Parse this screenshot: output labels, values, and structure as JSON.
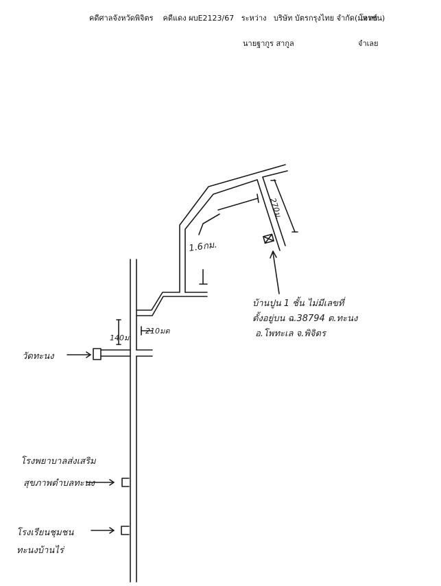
{
  "header": {
    "court": "คดีศาลจังหวัดพิจิตร",
    "case_no": "คดีแดง ผบE2123/67",
    "between": "ระหว่าง",
    "plaintiff": "บริษัท บัตรกรุงไทย จำกัด(มหาชน)",
    "plaintiff_role": "โจทก์",
    "defendant": "นายฐากูร สากูล",
    "defendant_role": "จำเลย"
  },
  "map": {
    "distance_top": "270ม.",
    "distance_mid": "1.6กม.",
    "distance_side": "210มต",
    "distance_short": "140ม",
    "house_line1": "บ้านปูน 1 ชั้น ไม่มีเลขที่",
    "house_line2": "ตั้งอยู่บน ฉ.38794 ต.ทะนง",
    "house_line3": "อ.โพทะเล จ.พิจิตร",
    "temple": "วัดทะนง",
    "hospital_line1": "โรงพยาบาลส่งเสริม",
    "hospital_line2": "สุขภาพตำบลทะนง",
    "school_line1": "โรงเรียนชุมชน",
    "school_line2": "ทะนงบ้านไร่"
  }
}
